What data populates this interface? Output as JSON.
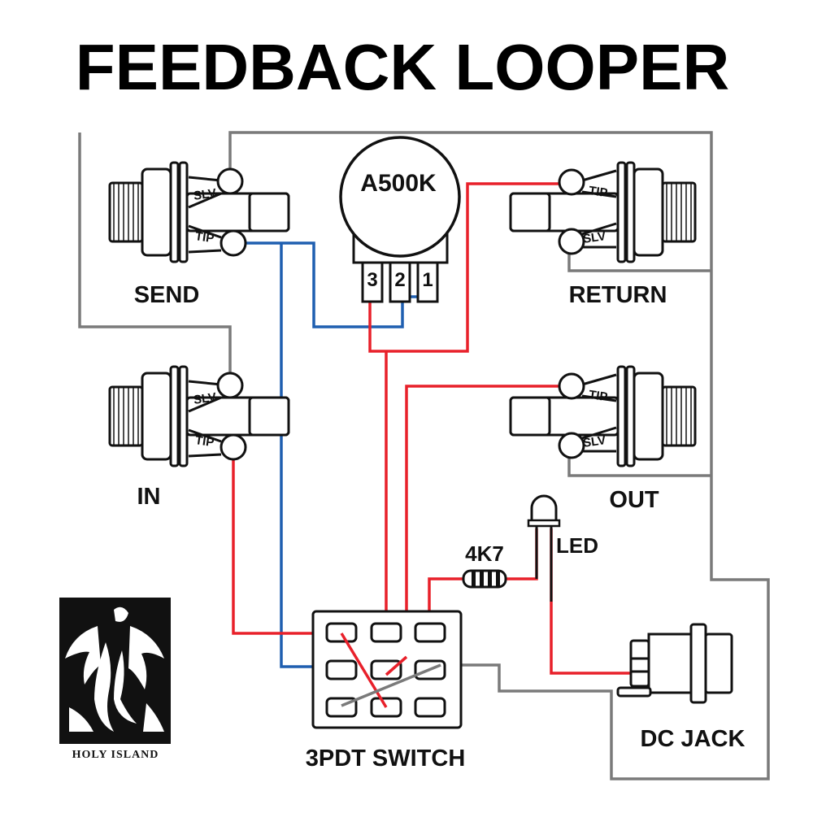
{
  "title": "FEEDBACK LOOPER",
  "jacks": {
    "send": "SEND",
    "return": "RETURN",
    "in": "IN",
    "out": "OUT",
    "tip": "TIP",
    "sleeve": "SLV"
  },
  "pot": {
    "label": "A500K",
    "pins": [
      "3",
      "2",
      "1"
    ]
  },
  "resistor": "4K7",
  "led": "LED",
  "switch": "3PDT SWITCH",
  "dc_jack": "DC JACK",
  "logo": {
    "text": "HOLY ISLAND"
  },
  "colors": {
    "red": "#e8202a",
    "blue": "#1f5fb0",
    "gray": "#7a7a7a",
    "outline": "#111111"
  }
}
